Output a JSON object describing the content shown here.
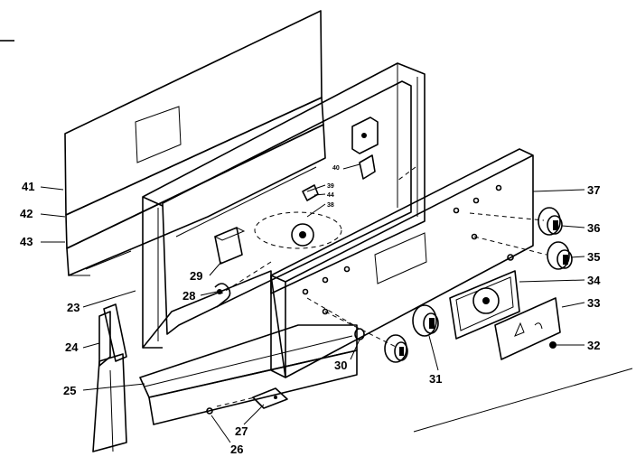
{
  "labels": {
    "p23": "23",
    "p24": "24",
    "p25": "25",
    "p26": "26",
    "p27": "27",
    "p28": "28",
    "p29": "29",
    "p30": "30",
    "p31": "31",
    "p32": "32",
    "p33": "33",
    "p34": "34",
    "p35": "35",
    "p36": "36",
    "p37": "37",
    "p38": "38",
    "p39": "39",
    "p40": "40",
    "p41": "41",
    "p42": "42",
    "p43": "43",
    "p44": "44"
  },
  "colors": {
    "ink": "#000000",
    "paper": "#ffffff"
  }
}
